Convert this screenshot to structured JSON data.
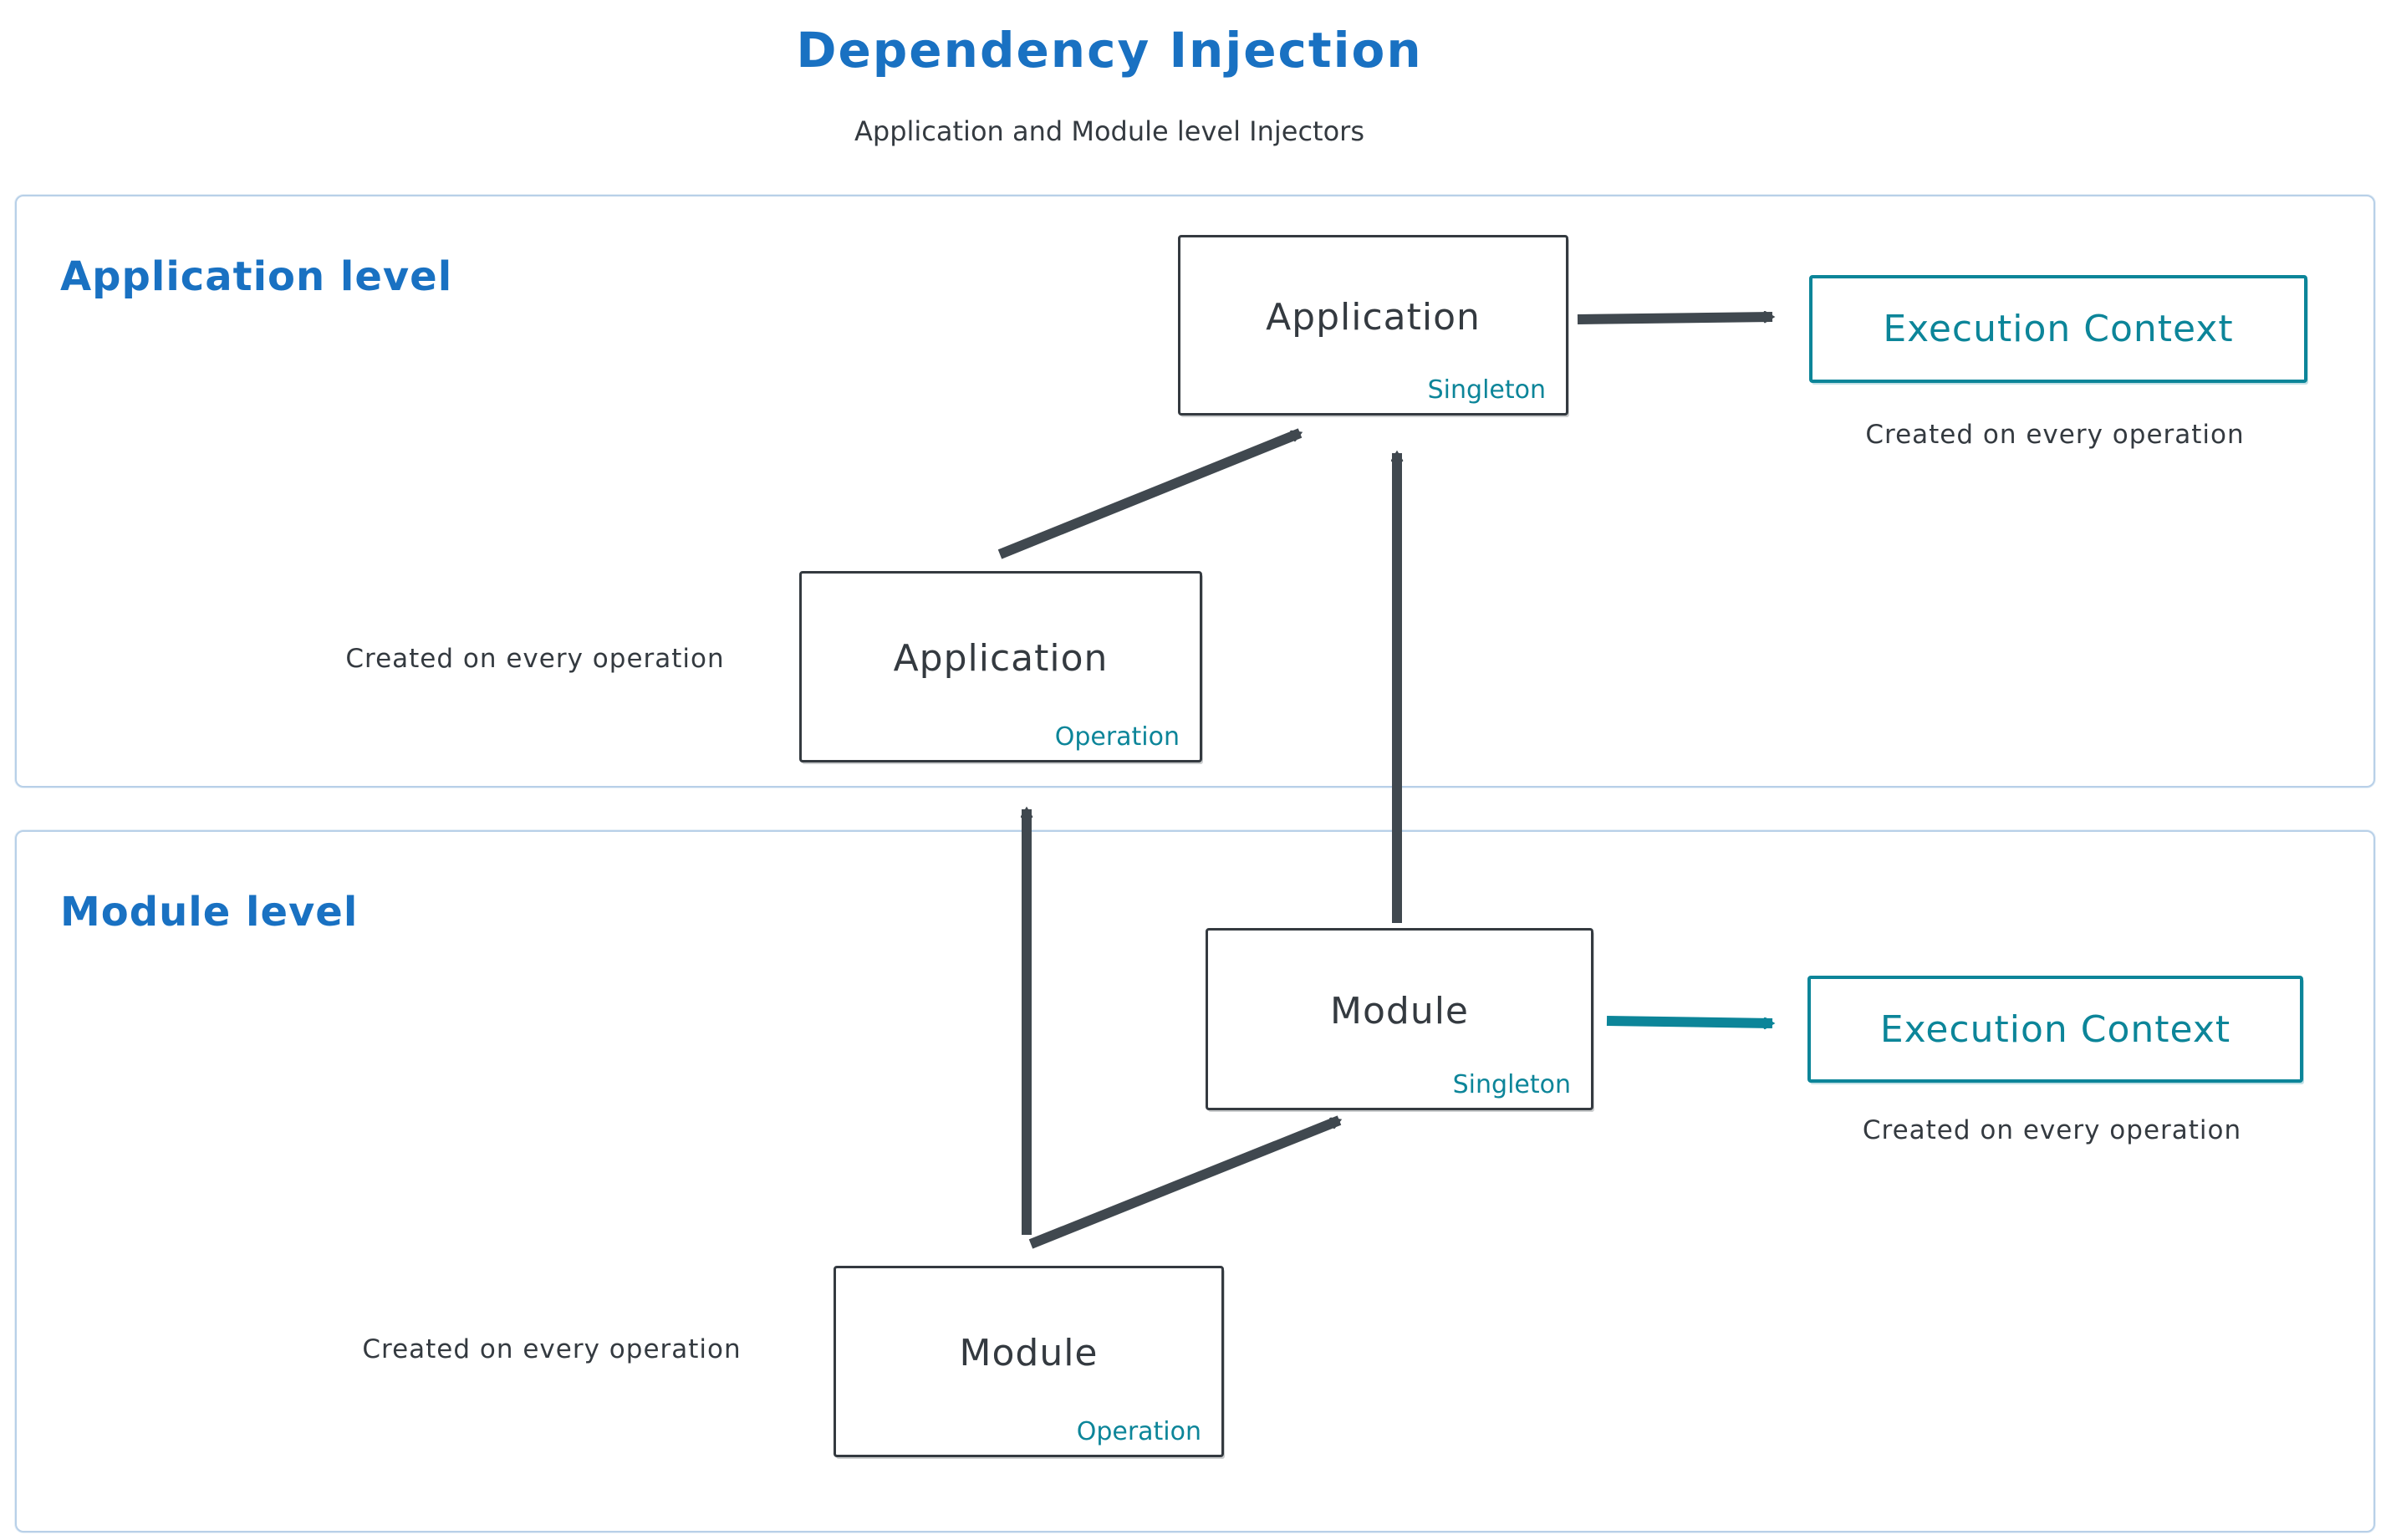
{
  "title": "Dependency Injection",
  "subtitle": "Application and Module level Injectors",
  "colors": {
    "heading_blue": "#1971c2",
    "ink_dark": "#343a40",
    "accent_teal": "#0c8599",
    "section_border": "#b8d0e8"
  },
  "sections": {
    "application": {
      "label": "Application level",
      "singleton_box": {
        "name": "Application",
        "tag": "Singleton"
      },
      "operation_box": {
        "name": "Application",
        "tag": "Operation"
      },
      "operation_caption": "Created on every operation",
      "execution_context": {
        "label": "Execution Context",
        "caption": "Created on every operation"
      }
    },
    "module": {
      "label": "Module level",
      "singleton_box": {
        "name": "Module",
        "tag": "Singleton"
      },
      "operation_box": {
        "name": "Module",
        "tag": "Operation"
      },
      "operation_caption": "Created on every operation",
      "execution_context": {
        "label": "Execution Context",
        "caption": "Created on every operation"
      }
    }
  }
}
